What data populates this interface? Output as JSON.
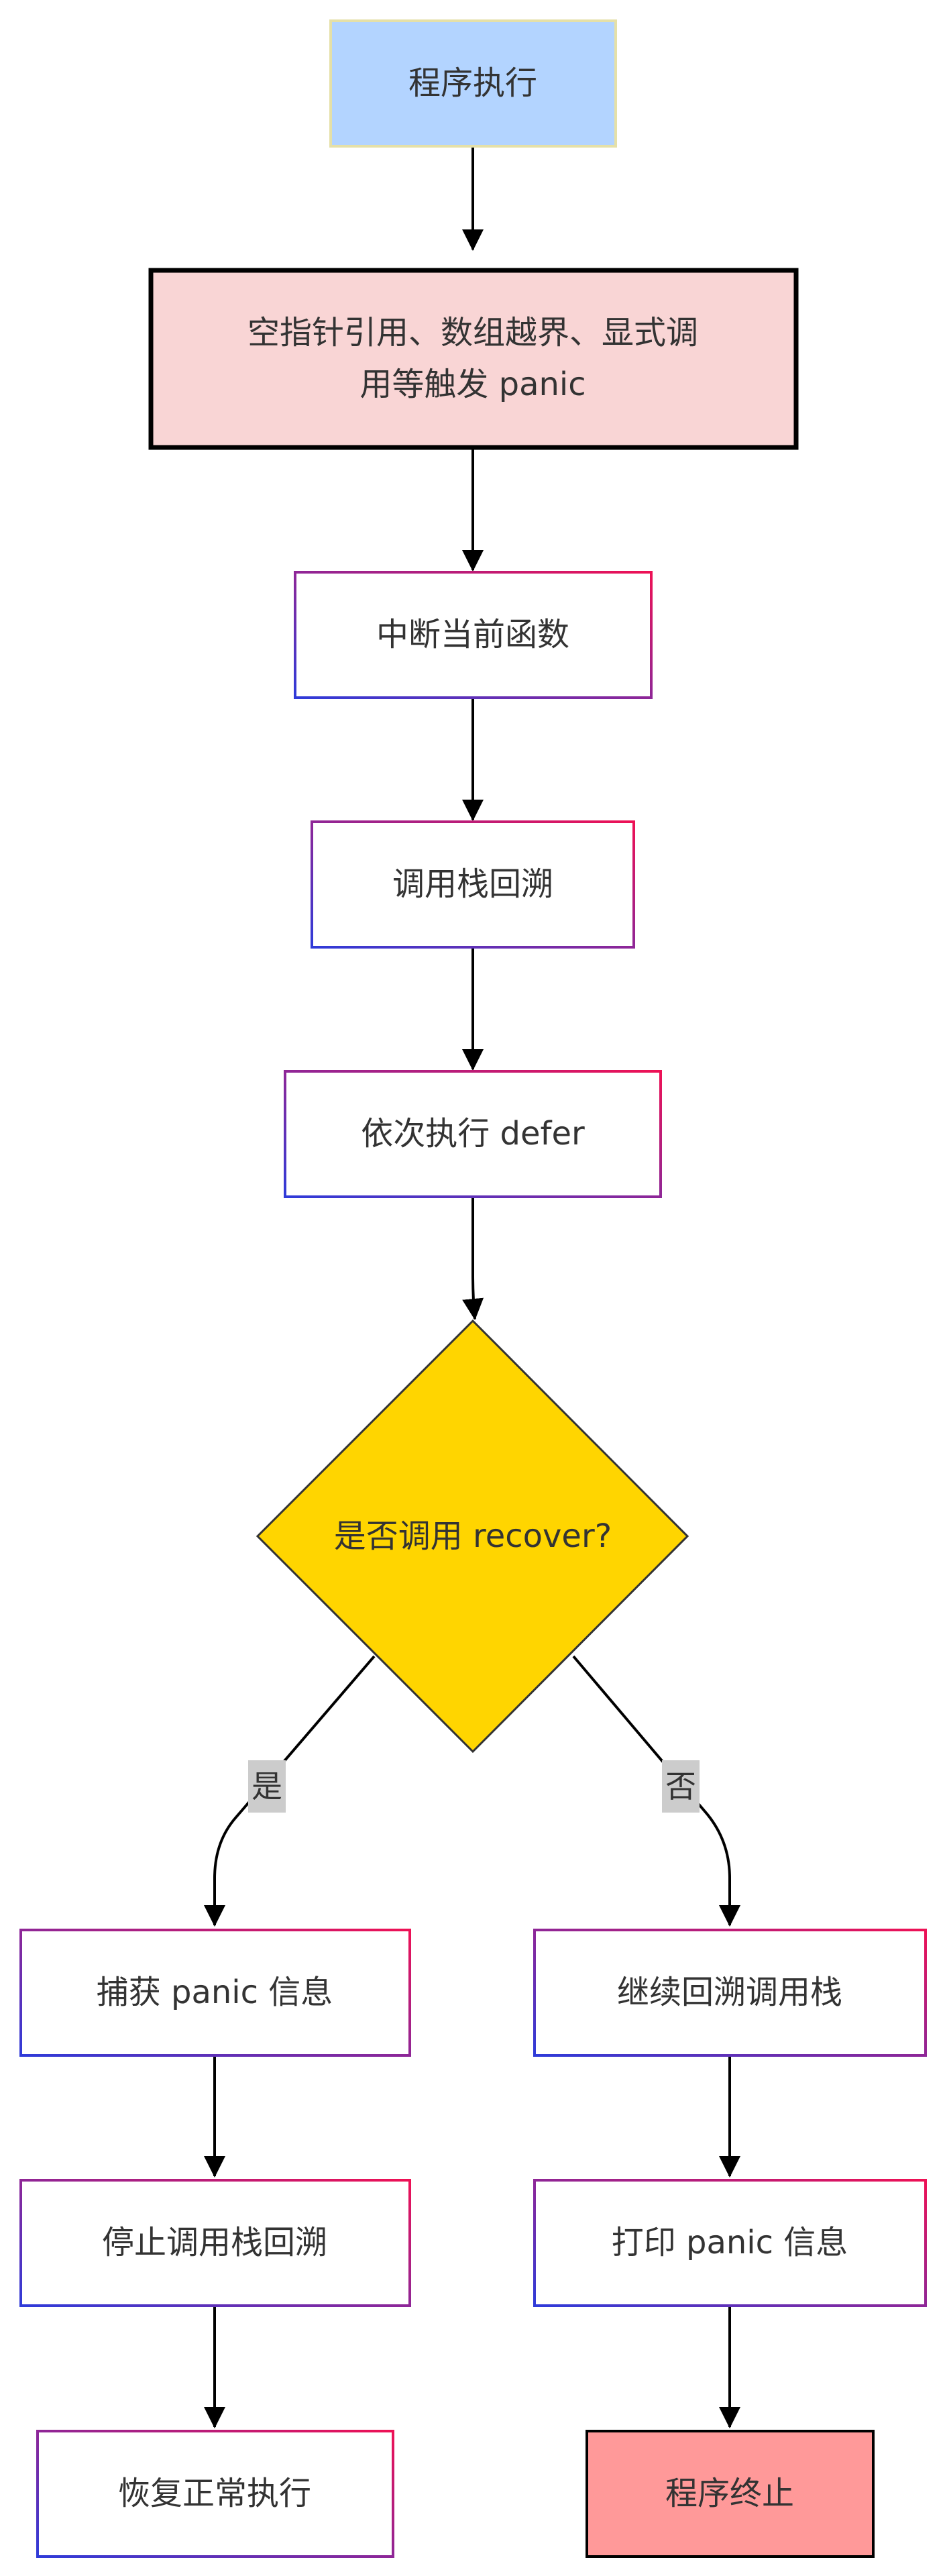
{
  "nodes": {
    "start": {
      "label": "程序执行"
    },
    "trigger": {
      "line1": "空指针引用、数组越界、显式调",
      "line2": "用等触发 panic"
    },
    "interrupt": {
      "label": "中断当前函数"
    },
    "unwind": {
      "label": "调用栈回溯"
    },
    "run_defer": {
      "label": "依次执行 defer"
    },
    "decision": {
      "label": "是否调用 recover?"
    },
    "capture": {
      "label": "捕获 panic 信息"
    },
    "stop_unwind": {
      "label": "停止调用栈回溯"
    },
    "resume": {
      "label": "恢复正常执行"
    },
    "continue_unwind": {
      "label": "继续回溯调用栈"
    },
    "print_info": {
      "label": "打印 panic 信息"
    },
    "terminate": {
      "label": "程序终止"
    }
  },
  "edges": {
    "yes_label": "是",
    "no_label": "否"
  },
  "colors": {
    "start_fill": "#b3d4ff",
    "start_stroke": "#e5e0a8",
    "trigger_fill": "#f9d5d5",
    "decision_fill": "#ffd500",
    "terminate_fill": "#ff9999",
    "gradient_start": "#2f3bd9",
    "gradient_end": "#ee1155"
  }
}
